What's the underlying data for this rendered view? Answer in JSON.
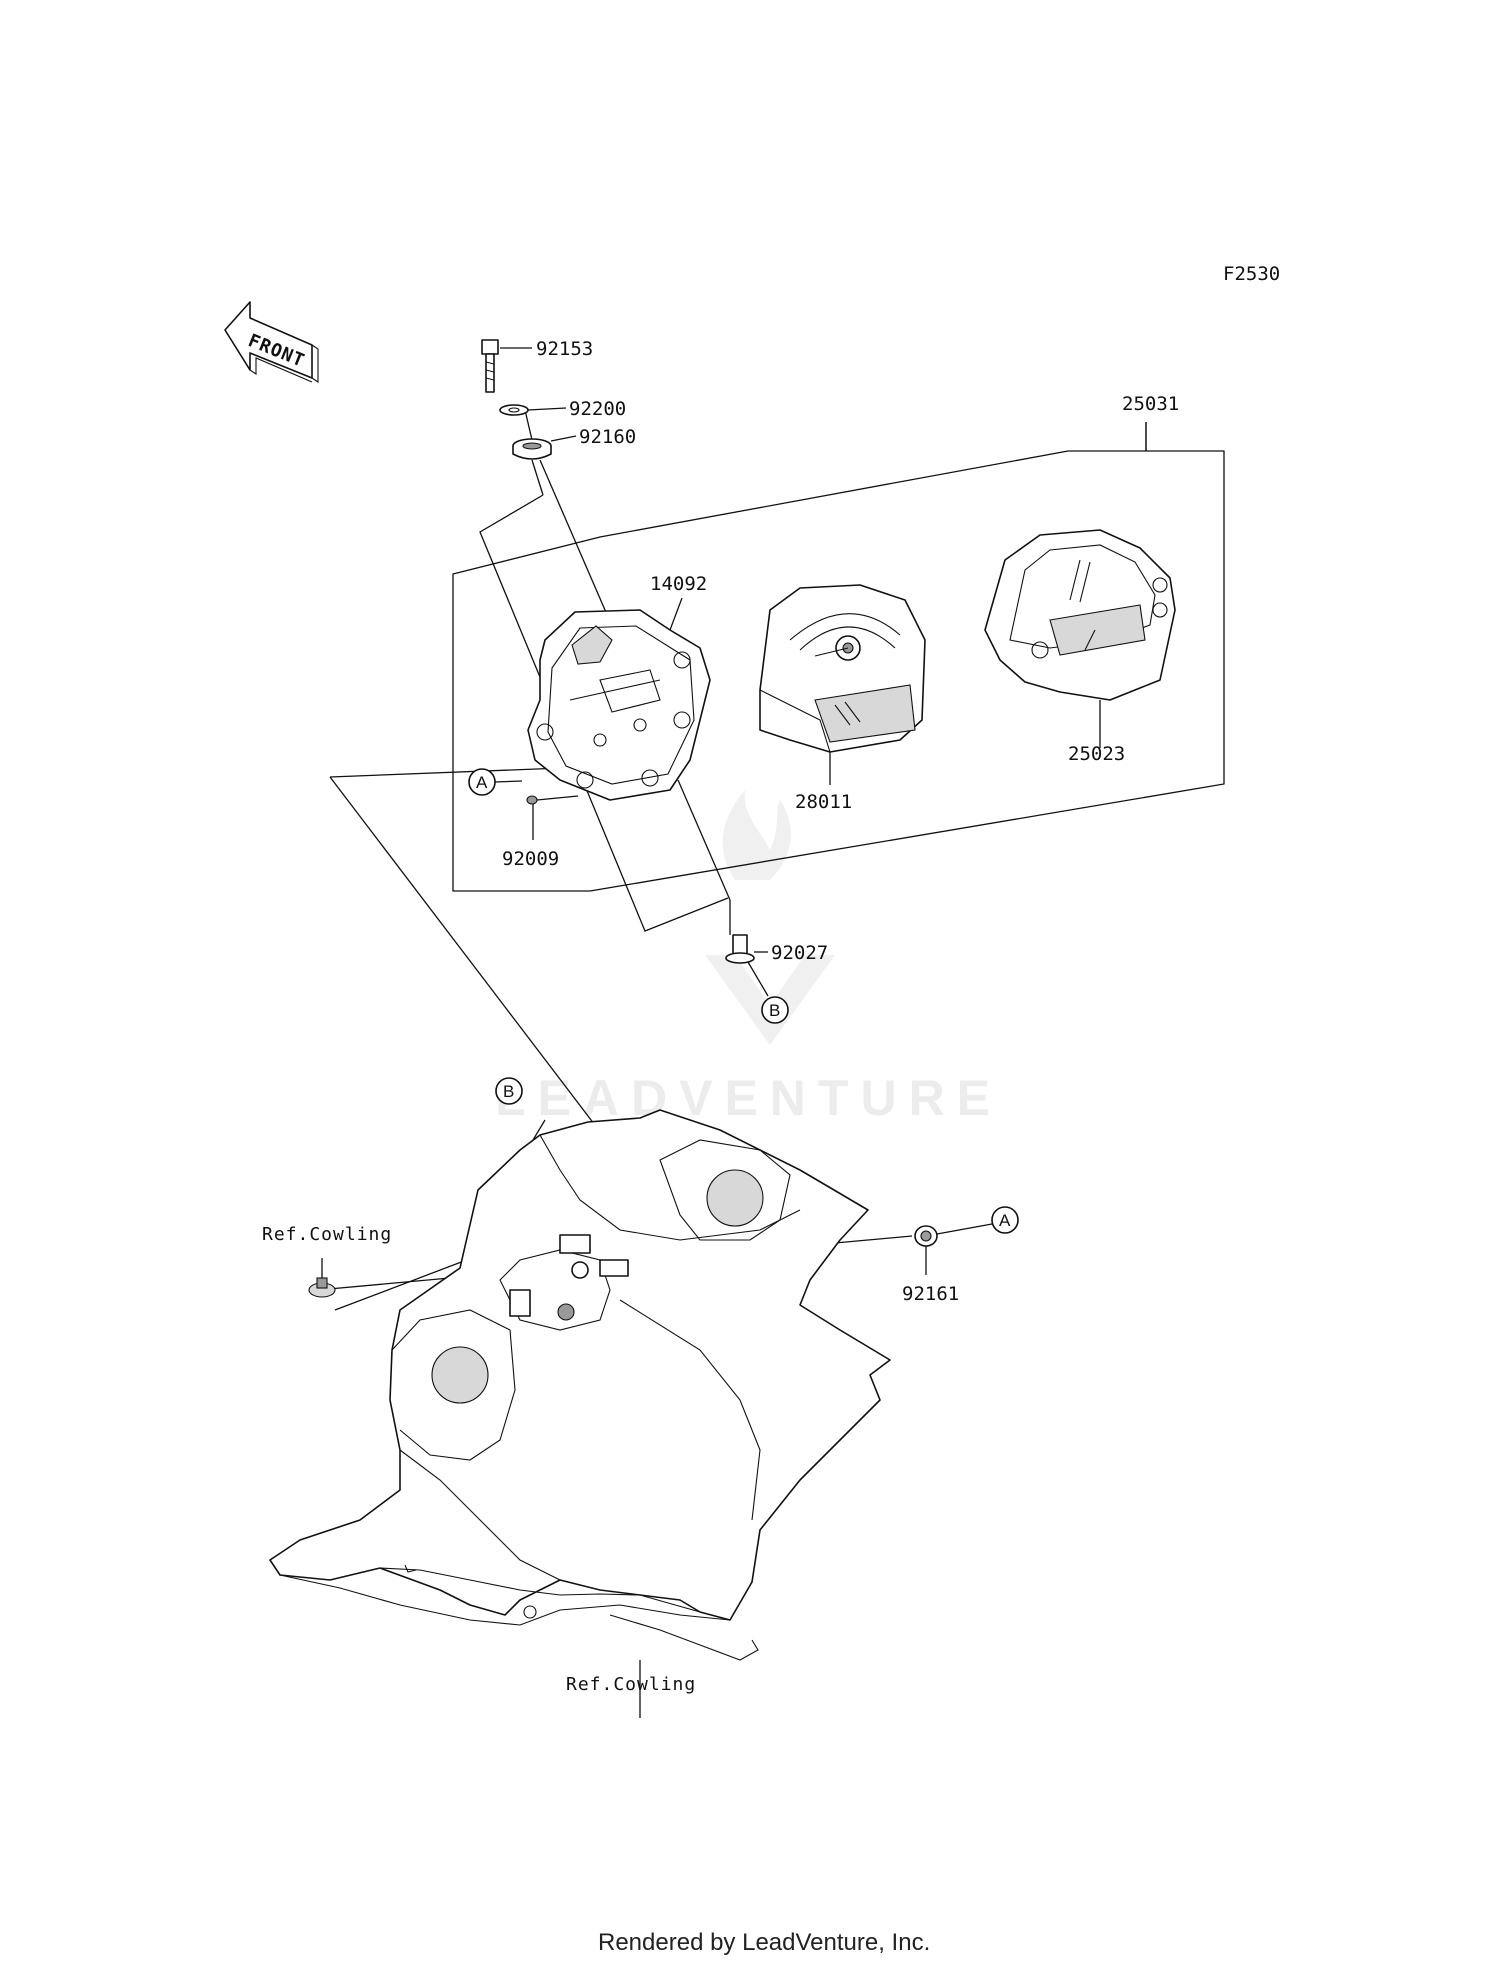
{
  "diagram": {
    "figure_code": "F2530",
    "front_label": "FRONT",
    "watermark": "LEADVENTURE",
    "footer": "Rendered by LeadVenture, Inc.",
    "callouts": {
      "a": "A",
      "b": "B"
    },
    "part_numbers": {
      "p92153": "92153",
      "p92200": "92200",
      "p92160": "92160",
      "p25031": "25031",
      "p14092": "14092",
      "p28011": "28011",
      "p25023": "25023",
      "p92009": "92009",
      "p92027": "92027",
      "p92161": "92161"
    },
    "references": {
      "cowling_left": "Ref.Cowling",
      "cowling_bottom": "Ref.Cowling"
    }
  }
}
